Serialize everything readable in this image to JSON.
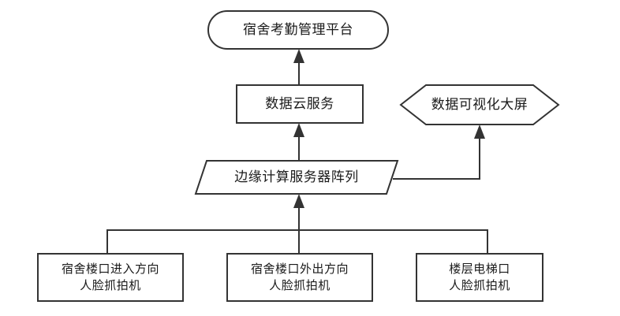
{
  "diagram": {
    "type": "flowchart",
    "direction": "bottom-to-top",
    "background_color": "#ffffff",
    "stroke_color": "#333333",
    "text_color": "#1a1a1a",
    "nodes": [
      {
        "id": "platform",
        "label": "宿舍考勤管理平台",
        "shape": "stadium",
        "level": 1
      },
      {
        "id": "cloud-service",
        "label": "数据云服务",
        "shape": "rectangle",
        "level": 2
      },
      {
        "id": "visualization-screen",
        "label": "数据可视化大屏",
        "shape": "hexagon",
        "level": 2
      },
      {
        "id": "edge-servers",
        "label": "边缘计算服务器阵列",
        "shape": "parallelogram",
        "level": 3
      },
      {
        "id": "camera-entry",
        "label": "宿舍楼口进入方向\n人脸抓拍机",
        "shape": "rectangle",
        "level": 4
      },
      {
        "id": "camera-exit",
        "label": "宿舍楼口外出方向\n人脸抓拍机",
        "shape": "rectangle",
        "level": 4
      },
      {
        "id": "camera-elevator",
        "label": "楼层电梯口\n人脸抓拍机",
        "shape": "rectangle",
        "level": 4
      }
    ],
    "edges": [
      {
        "id": "edge-cloud-to-platform",
        "from": "cloud-service",
        "to": "platform",
        "style": "arrow-up"
      },
      {
        "id": "edge-servers-to-cloud",
        "from": "edge-servers",
        "to": "cloud-service",
        "style": "arrow-up"
      },
      {
        "id": "edge-servers-to-screen",
        "from": "edge-servers",
        "to": "visualization-screen",
        "style": "elbow-arrow-up"
      },
      {
        "id": "edge-cameras-to-servers",
        "from": "camera-entry, camera-exit, camera-elevator",
        "to": "edge-servers",
        "style": "bus-arrow-up"
      }
    ]
  }
}
